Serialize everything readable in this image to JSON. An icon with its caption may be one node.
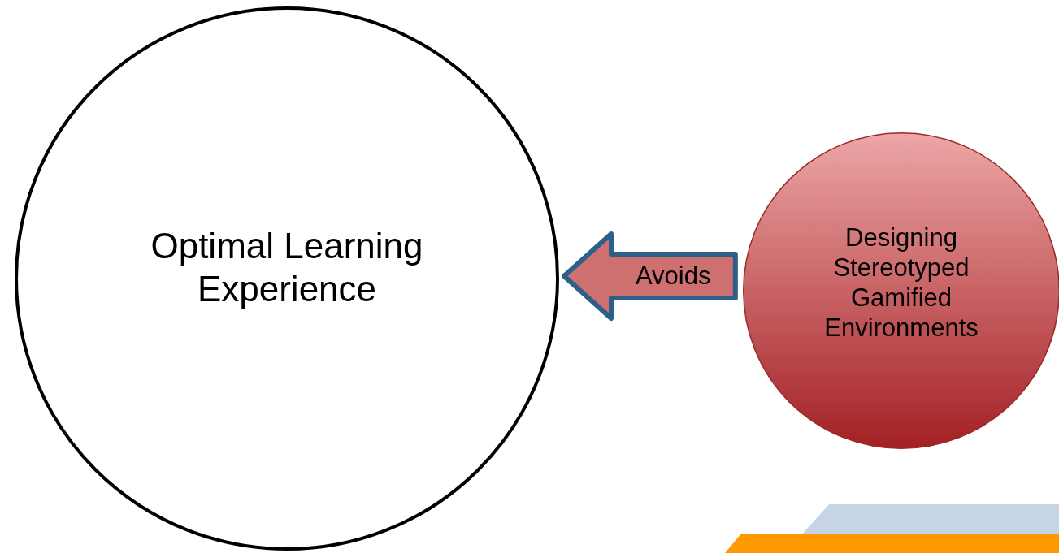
{
  "diagram": {
    "nodes": [
      {
        "text": [
          "Optimal Learning Experience"
        ]
      },
      {
        "text": [
          "Designing Stereotyped Gamified Environments"
        ]
      }
    ],
    "edges": [
      {
        "from": 1,
        "to": 0,
        "arrow": "to",
        "label": "Avoids"
      }
    ]
  }
}
